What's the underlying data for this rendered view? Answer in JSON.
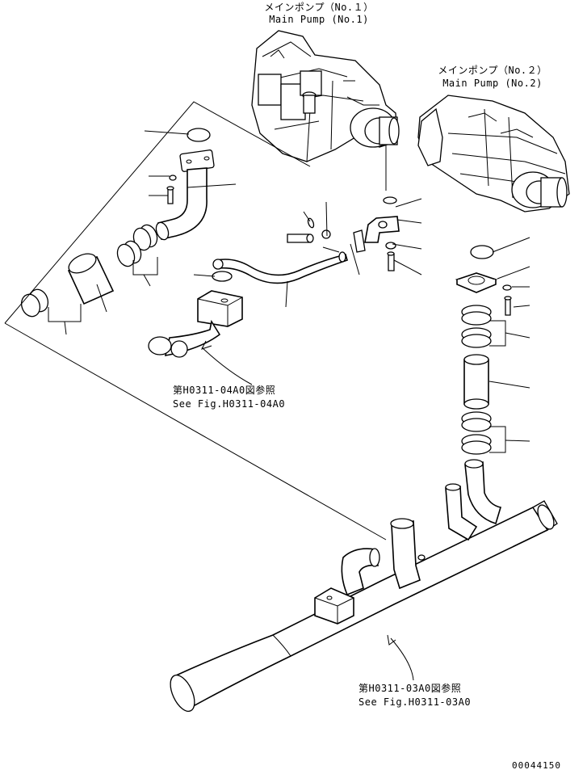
{
  "labels": {
    "pump1_jp": "メインポンプ（No.１）",
    "pump1_en": "Main Pump (No.1)",
    "pump2_jp": "メインポンプ（No.２）",
    "pump2_en": "Main Pump (No.2)",
    "ref1_jp": "第H0311-04A0図参照",
    "ref1_en": "See Fig.H0311-04A0",
    "ref2_jp": "第H0311-03A0図参照",
    "ref2_en": "See Fig.H0311-03A0",
    "drawing_number": "00044150"
  }
}
